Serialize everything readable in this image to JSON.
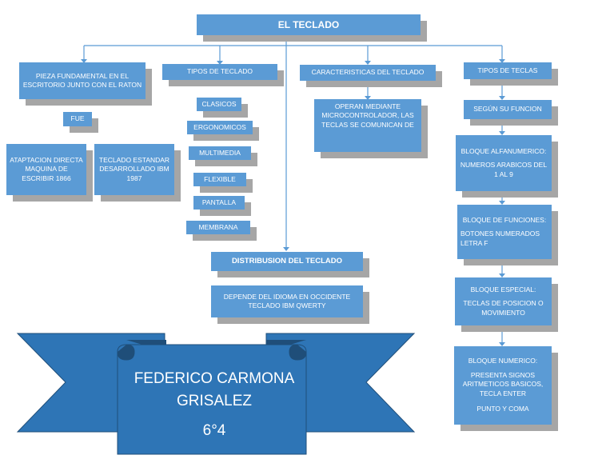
{
  "title": "EL TECLADO",
  "left": {
    "top": "PIEZA FUNDAMENTAL EN EL ESCRITORIO JUNTO CON EL RATON",
    "fue": "FUE",
    "a": "ATAPTACION DIRECTA MAQUINA DE ESCRIBIR 1866",
    "b": "TECLADO ESTANDAR DESARROLLADO IBM 1987"
  },
  "tipos_teclado": {
    "header": "TIPOS DE TECLADO",
    "items": [
      "CLASICOS",
      "ERGONOMICOS",
      "MULTIMEDIA",
      "FLEXIBLE",
      "PANTALLA",
      "MEMBRANA"
    ]
  },
  "caracteristicas": {
    "header": "CARACTERISTICAS DEL TECLADO",
    "body": "OPERAN MEDIANTE MICROCONTROLADOR, LAS TECLAS SE COMUNICAN DE"
  },
  "distribucion": {
    "header": "DISTRIBUSION DEL TECLADO",
    "body": "DEPENDE DEL IDIOMA EN OCCIDENTE TECLADO IBM  QWERTY"
  },
  "tipos_teclas": {
    "header": "TIPOS DE TECLAS",
    "segun": "SEGÚN SU FUNCION",
    "blocks": [
      {
        "title": "BLOQUE ALFANUMERICO:",
        "body": "NUMEROS ARABICOS DEL 1 AL 9"
      },
      {
        "title": "BLOQUE DE FUNCIONES:",
        "body": "BOTONES NUMERADOS LETRA F"
      },
      {
        "title": "BLOQUE ESPECIAL:",
        "body": "TECLAS DE POSICION O MOVIMIENTO"
      },
      {
        "title": "BLOQUE NUMERICO:",
        "body": "PRESENTA SIGNOS ARITMETICOS BASICOS, TECLA ENTER",
        "extra": "PUNTO Y COMA"
      }
    ]
  },
  "ribbon": {
    "name": "FEDERICO CARMONA GRISALEZ",
    "grade": "6°4"
  },
  "colors": {
    "box": "#5b9bd5",
    "shadow": "#a6a6a6",
    "ribbon": "#2e75b6",
    "ribbon_dark": "#1f4e79"
  }
}
